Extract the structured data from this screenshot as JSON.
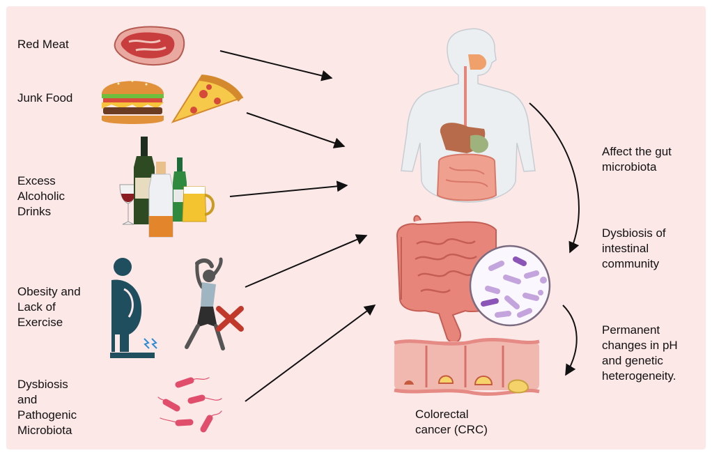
{
  "risk_factors": [
    {
      "label": "Red Meat"
    },
    {
      "label": "Junk Food"
    },
    {
      "label": "Excess\nAlcoholic\nDrinks"
    },
    {
      "label": "Obesity and\nLack of\nExercise"
    },
    {
      "label": "Dysbiosis\nand\nPathogenic\nMicrobiota"
    }
  ],
  "steps": [
    {
      "label": "Affect the gut\nmicrobiota"
    },
    {
      "label": "Dysbiosis of\nintestinal\ncommunity"
    },
    {
      "label": "Permanent\nchanges in pH\nand genetic\nheterogeneity."
    }
  ],
  "outcome": {
    "label": "Colorectal\ncancer (CRC)"
  },
  "icons": [
    "steak-icon",
    "burger-icon",
    "pizza-icon",
    "bottles-icon",
    "obese-person-icon",
    "exercising-woman-icon",
    "red-x-icon",
    "bacteria-icon",
    "human-torso-icon",
    "intestine-icon",
    "microbe-magnifier-icon",
    "colon-tissue-icon"
  ],
  "colors": {
    "background": "#fde8e8",
    "arrow": "#111111",
    "x_mark": "#c0392b",
    "obese_figure": "#1f4e5f",
    "intestine": "#e8857a"
  }
}
